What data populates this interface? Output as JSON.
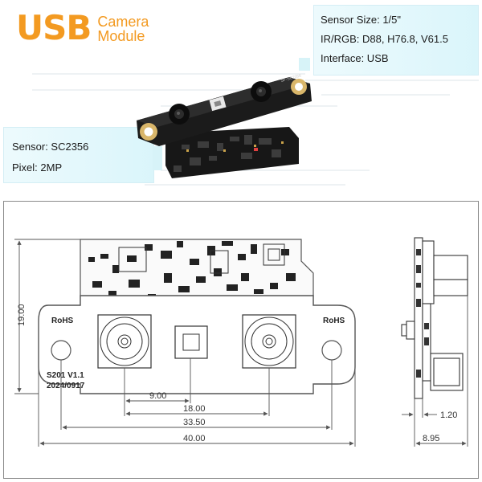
{
  "header": {
    "logo_big": "USB",
    "logo_small_line1": "Camera",
    "logo_small_line2": "Module"
  },
  "spec_callout_right": {
    "line1": "Sensor Size: 1/5\"",
    "line2": "IR/RGB: D88, H76.8, V61.5",
    "line3": "Interface: USB"
  },
  "spec_callout_left": {
    "line1": "Sensor: SC2356",
    "line2": "Pixel: 2MP"
  },
  "photo": {
    "board_label": "SF-SC2356"
  },
  "drawing": {
    "silk_line1": "S201 V1.1",
    "silk_line2": "2024/0917",
    "dimensions": {
      "height": "19.00",
      "lens_offset": "9.00",
      "lens_spacing": "18.00",
      "hole_spacing": "33.50",
      "overall_width": "40.00",
      "side_pcb": "1.20",
      "side_depth": "8.95"
    }
  },
  "colors": {
    "accent": "#f39a21",
    "callout_bg": "#e3f6fa",
    "line": "#555555"
  }
}
